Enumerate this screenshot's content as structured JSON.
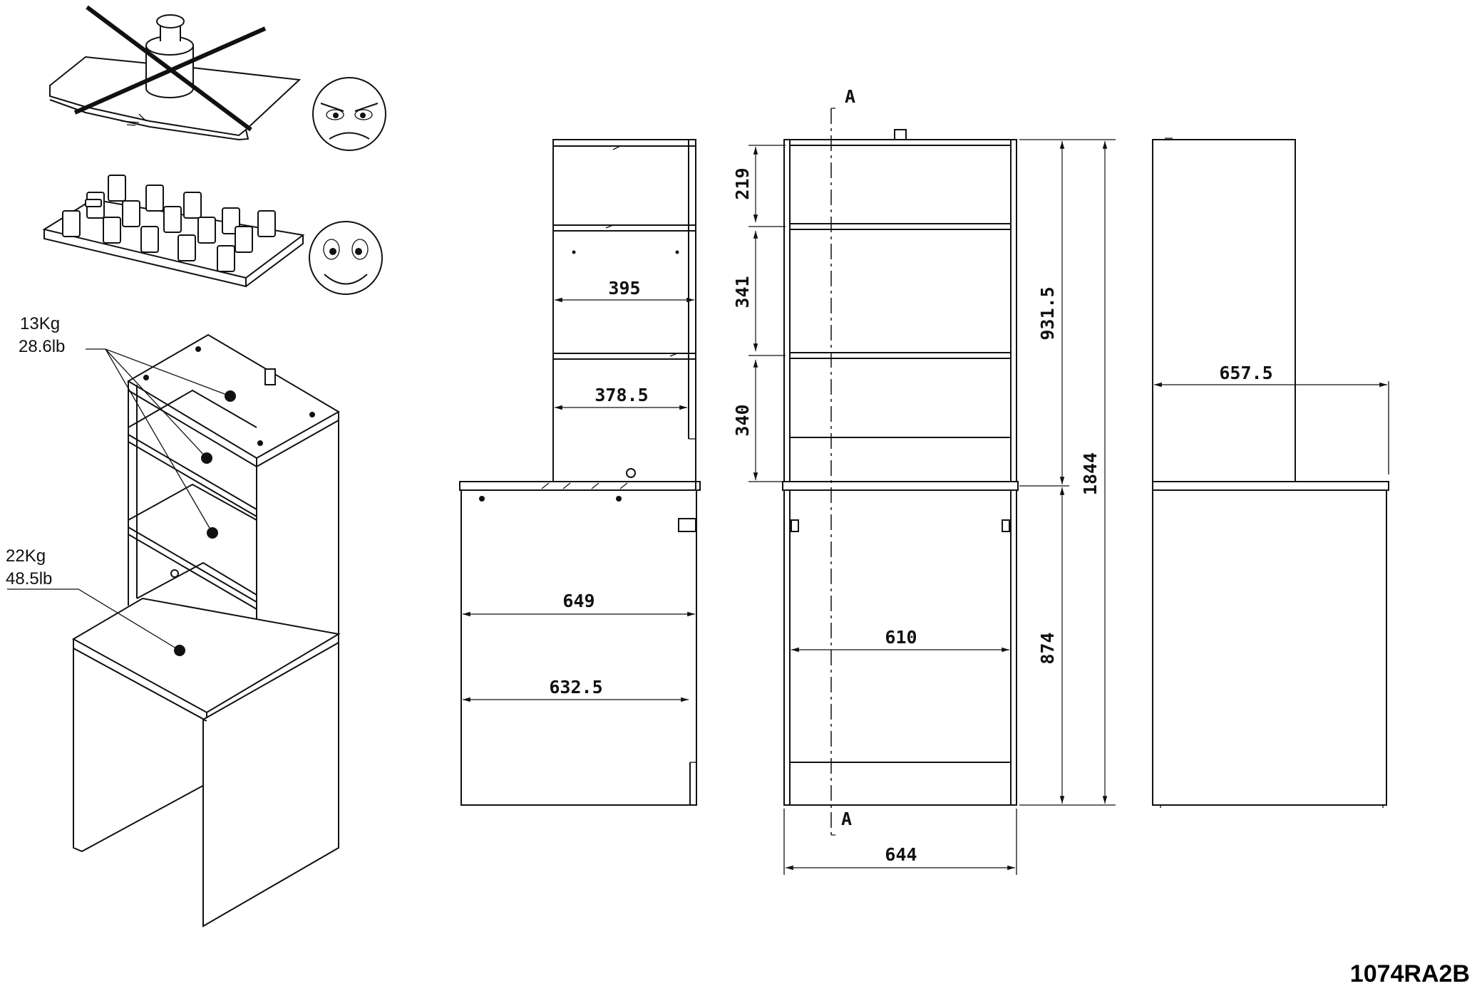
{
  "load_labels": {
    "top_kg": "13Kg",
    "top_lb": "28.6lb",
    "bottom_kg": "22Kg",
    "bottom_lb": "48.5lb"
  },
  "side_view": {
    "dim_395": "395",
    "dim_378_5": "378.5",
    "dim_649": "649",
    "dim_632_5": "632.5"
  },
  "front_view": {
    "section_top": "A",
    "section_bottom": "A",
    "dim_219": "219",
    "dim_341": "341",
    "dim_340": "340",
    "dim_931_5": "931.5",
    "dim_1844": "1844",
    "dim_874": "874",
    "dim_610": "610",
    "dim_644": "644"
  },
  "right_view": {
    "dim_657_5": "657.5"
  },
  "drawing_code": "1074RA2B"
}
